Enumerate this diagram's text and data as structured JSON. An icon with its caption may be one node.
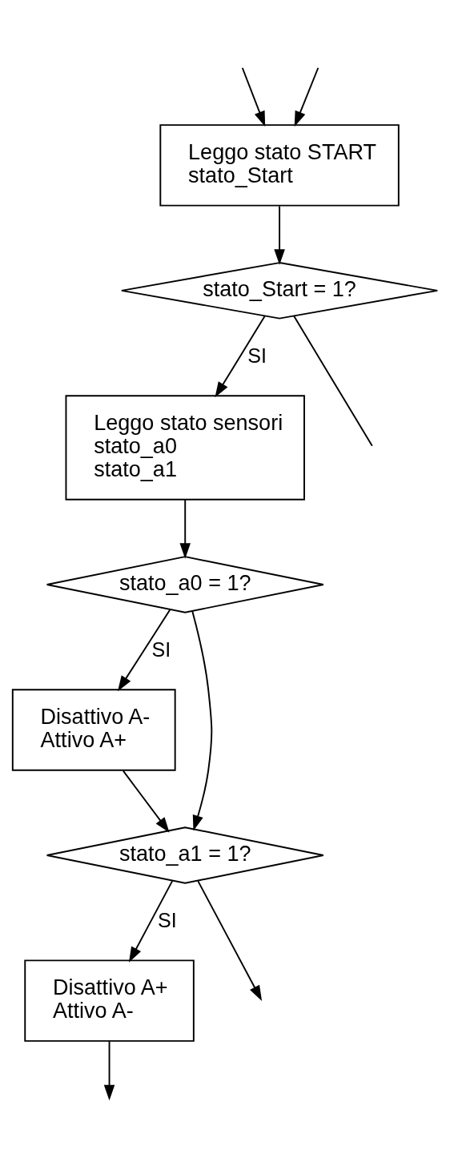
{
  "diagram": {
    "nodes": [
      {
        "text": [
          "Leggo stato START",
          "stato_Start"
        ]
      },
      {
        "text": [
          "stato_Start = 1?"
        ]
      },
      {
        "text": [
          "Leggo stato sensori",
          "stato_a0",
          "stato_a1"
        ]
      },
      {
        "text": [
          "stato_a0 = 1?"
        ]
      },
      {
        "text": [
          "Disattivo A-",
          "Attivo A+"
        ]
      },
      {
        "text": [
          "stato_a1 = 1?"
        ]
      },
      {
        "text": [
          "Disattivo A+",
          "Attivo A-"
        ]
      }
    ],
    "edges": [
      {
        "from": null,
        "to": 0,
        "arrow": "to"
      },
      {
        "from": null,
        "to": 0,
        "arrow": "to"
      },
      {
        "from": 0,
        "to": 1,
        "arrow": "to"
      },
      {
        "from": 1,
        "to": 2,
        "arrow": "to",
        "label": "SI"
      },
      {
        "from": 1,
        "to": null,
        "arrow": "none"
      },
      {
        "from": 2,
        "to": 3,
        "arrow": "to"
      },
      {
        "from": 3,
        "to": 4,
        "arrow": "to",
        "label": "SI"
      },
      {
        "from": 3,
        "to": 5,
        "arrow": "to"
      },
      {
        "from": 4,
        "to": 5,
        "arrow": "to"
      },
      {
        "from": 5,
        "to": 6,
        "arrow": "to",
        "label": "SI"
      },
      {
        "from": 5,
        "to": null,
        "arrow": "to"
      },
      {
        "from": 6,
        "to": null,
        "arrow": "to"
      }
    ]
  }
}
